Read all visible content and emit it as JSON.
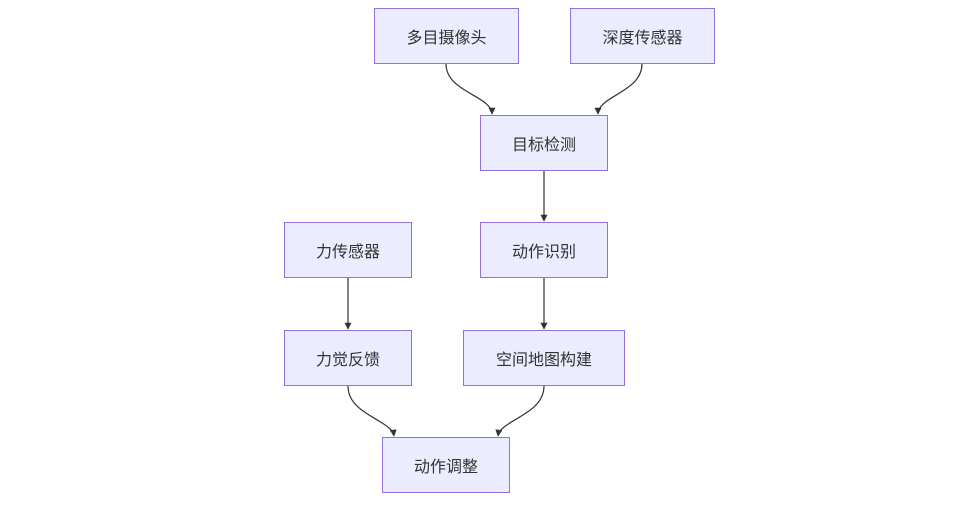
{
  "diagram": {
    "nodes": {
      "camera": "多目摄像头",
      "depth": "深度传感器",
      "detect": "目标检测",
      "force": "力传感器",
      "action": "动作识别",
      "haptic": "力觉反馈",
      "map": "空间地图构建",
      "adjust": "动作调整"
    },
    "edges": [
      {
        "from": "camera",
        "to": "detect"
      },
      {
        "from": "depth",
        "to": "detect"
      },
      {
        "from": "detect",
        "to": "action"
      },
      {
        "from": "action",
        "to": "map"
      },
      {
        "from": "force",
        "to": "haptic"
      },
      {
        "from": "haptic",
        "to": "adjust"
      },
      {
        "from": "map",
        "to": "adjust"
      }
    ],
    "colors": {
      "node_fill": "#ececff",
      "node_border": "#9370db",
      "edge": "#333333",
      "text": "#333333"
    }
  }
}
